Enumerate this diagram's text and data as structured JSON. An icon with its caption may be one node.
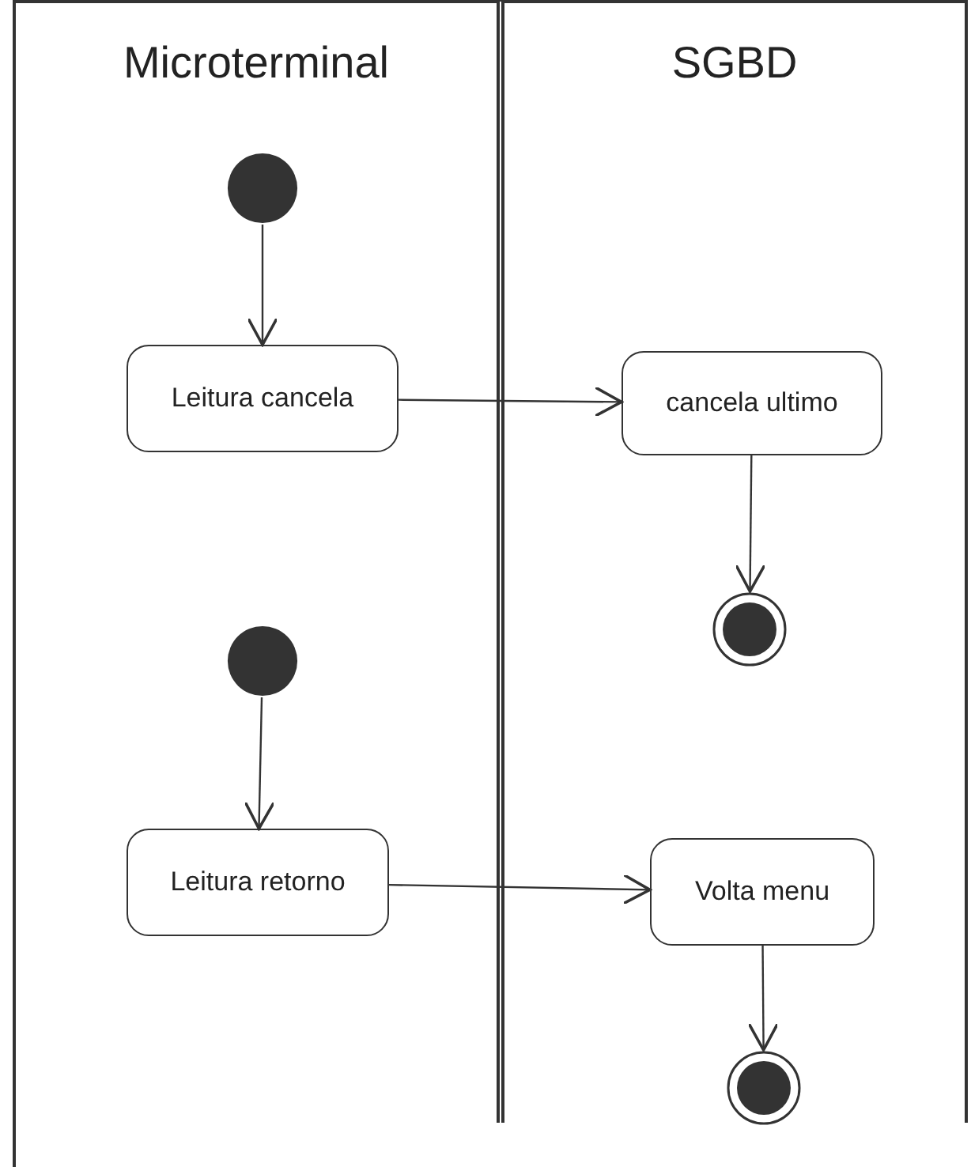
{
  "diagram": {
    "nodes": [
      {
        "text": [
          "Microterminal"
        ]
      },
      {
        "text": [
          "SGBD"
        ]
      },
      {
        "text": [],
        "shape": "circle",
        "in": 0
      },
      {
        "text": [
          "Leitura cancela"
        ],
        "in": 0
      },
      {
        "text": [
          "cancela ultimo"
        ],
        "in": 1
      },
      {
        "text": [],
        "shape": "bullseye",
        "in": 1
      },
      {
        "text": [],
        "shape": "circle",
        "in": 0
      },
      {
        "text": [
          "Leitura retorno"
        ],
        "in": 0
      },
      {
        "text": [
          "Volta menu"
        ],
        "in": 1
      },
      {
        "text": [],
        "shape": "bullseye",
        "in": 1
      }
    ],
    "edges": [
      {
        "from": 2,
        "to": 3,
        "arrow": "to"
      },
      {
        "from": 3,
        "to": 4,
        "arrow": "to"
      },
      {
        "from": 4,
        "to": 5,
        "arrow": "to"
      },
      {
        "from": 6,
        "to": 7,
        "arrow": "to"
      },
      {
        "from": 7,
        "to": 8,
        "arrow": "to"
      },
      {
        "from": 8,
        "to": 9,
        "arrow": "to"
      }
    ]
  }
}
